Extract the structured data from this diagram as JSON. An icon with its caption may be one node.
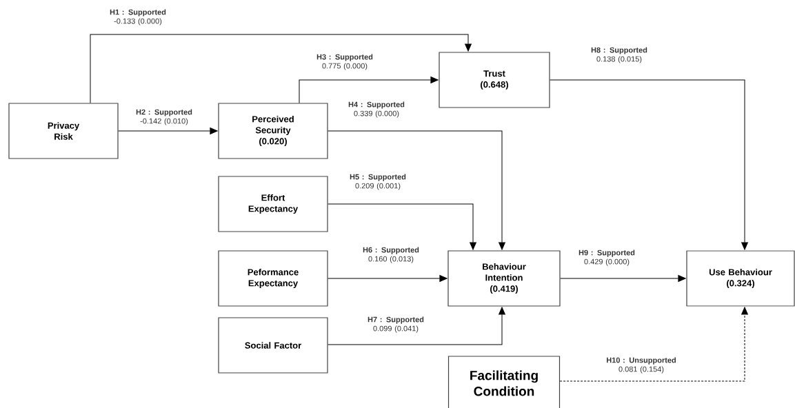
{
  "diagram": {
    "nodes": [
      {
        "text": [
          "Privacy Risk"
        ]
      },
      {
        "text": [
          "Perceived Security (0.020)"
        ]
      },
      {
        "text": [
          "Trust (0.648)"
        ]
      },
      {
        "text": [
          "Effort Expectancy"
        ]
      },
      {
        "text": [
          "Peformance Expectancy"
        ]
      },
      {
        "text": [
          "Behaviour Intention (0.419)"
        ]
      },
      {
        "text": [
          "Use Behaviour (0.324)"
        ]
      },
      {
        "text": [
          "Social Factor"
        ]
      },
      {
        "text": [
          "Facilitating Condition"
        ]
      }
    ],
    "edges": [
      {
        "from": 0,
        "to": 2,
        "arrow": "to",
        "label": "**H1 : Supported** -0.133 (0.000)"
      },
      {
        "from": 0,
        "to": 1,
        "arrow": "to",
        "label": "**H2 : Supported** -0.142 (0.010)"
      },
      {
        "from": 1,
        "to": 2,
        "arrow": "to",
        "label": "**H3 : Supported** 0.775 (0.000)"
      },
      {
        "from": 1,
        "to": 5,
        "arrow": "to",
        "label": "**H4 : Supported** 0.339 (0.000)"
      },
      {
        "from": 2,
        "to": 6,
        "arrow": "to",
        "label": "**H8 : Supported** 0.138 (0.015)"
      },
      {
        "from": 3,
        "to": 5,
        "arrow": "to",
        "label": "**H5 : Supported** 0.209 (0.001)"
      },
      {
        "from": 4,
        "to": 5,
        "arrow": "to",
        "label": "**H6 : Supported** 0.160 (0.013)"
      },
      {
        "from": 7,
        "to": 5,
        "arrow": "to",
        "label": "**H7 : Supported** 0.099 (0.041)"
      },
      {
        "from": 5,
        "to": 6,
        "arrow": "to",
        "label": "**H9 : Supported** 0.429 (0.000)"
      },
      {
        "from": 8,
        "to": 6,
        "arrow": "to",
        "label": "**H10 : Unsupported** 0.081 (0.154)",
        "style": "dashed"
      }
    ]
  }
}
